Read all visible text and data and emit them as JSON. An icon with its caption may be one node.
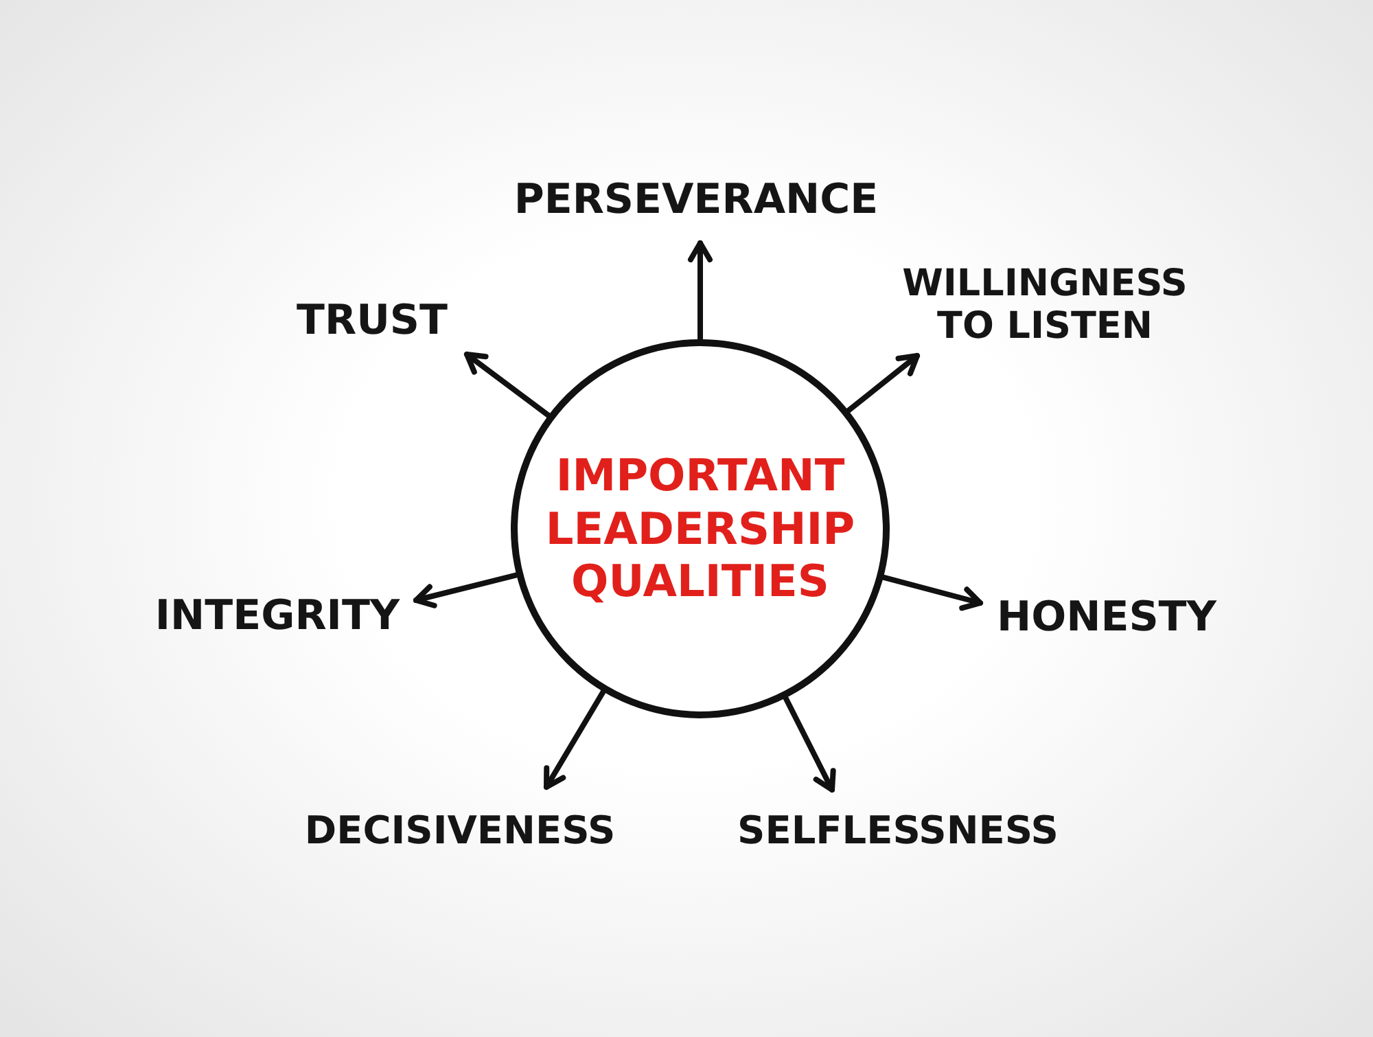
{
  "diagram": {
    "nodes": [
      {
        "text": [
          "IMPORTANT LEADERSHIP QUALITIES"
        ]
      },
      {
        "text": [
          "PERSEVERANCE"
        ]
      },
      {
        "text": [
          "TRUST"
        ]
      },
      {
        "text": [
          "WILLINGNESS TO LISTEN"
        ]
      },
      {
        "text": [
          "INTEGRITY"
        ]
      },
      {
        "text": [
          "HONESTY"
        ]
      },
      {
        "text": [
          "DECISIVENESS"
        ]
      },
      {
        "text": [
          "SELFLESSNESS"
        ]
      }
    ],
    "edges": [
      {
        "from": 0,
        "to": 1,
        "arrow": "to"
      },
      {
        "from": 0,
        "to": 2,
        "arrow": "to"
      },
      {
        "from": 0,
        "to": 3,
        "arrow": "to"
      },
      {
        "from": 0,
        "to": 4,
        "arrow": "to"
      },
      {
        "from": 0,
        "to": 5,
        "arrow": "to"
      },
      {
        "from": 0,
        "to": 6,
        "arrow": "to"
      },
      {
        "from": 0,
        "to": 7,
        "arrow": "to"
      }
    ]
  }
}
